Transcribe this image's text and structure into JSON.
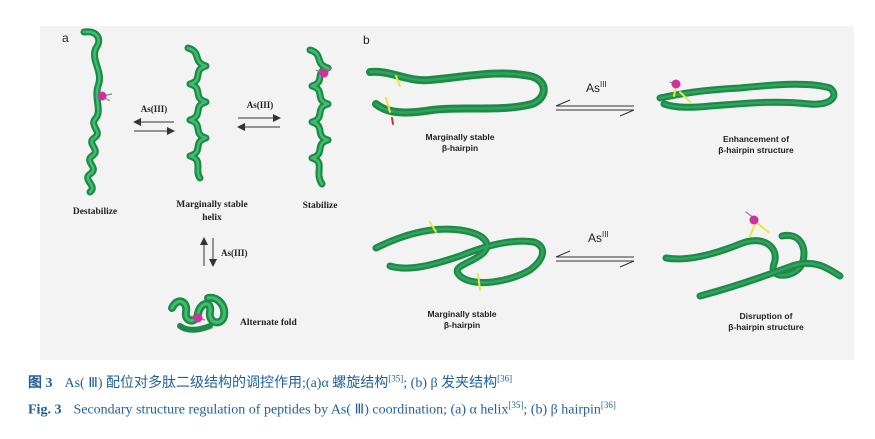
{
  "figure": {
    "panel_a": {
      "label": "a",
      "states": {
        "destabilize": "Destabilize",
        "marginal_line1": "Marginally stable",
        "marginal_line2": "helix",
        "stabilize": "Stabilize",
        "alternate": "Alternate fold"
      },
      "arrow_labels": {
        "left": "As(III)",
        "right": "As(III)",
        "down": "As(III)"
      }
    },
    "panel_b": {
      "label": "b",
      "arrow_label_base": "As",
      "arrow_label_sup": "III",
      "top_left_line1": "Marginally stable",
      "top_left_line2": "β-hairpin",
      "top_right_line1": "Enhancement of",
      "top_right_line2": "β-hairpin structure",
      "bottom_left_line1": "Marginally stable",
      "bottom_left_line2": "β-hairpin",
      "bottom_right_line1": "Disruption of",
      "bottom_right_line2": "β-hairpin structure"
    },
    "colors": {
      "ribbon": "#1e8a4a",
      "ribbon_light": "#3fbf6c",
      "arsenic": "#d0319b",
      "sulfur": "#e8e83a",
      "caption": "#1f5f9a"
    }
  },
  "caption_cn": {
    "fig_label": "图 3",
    "text": "As( Ⅲ) 配位对多肽二级结构的调控作用;(a)α 螺旋结构",
    "ref1": "[35]",
    "mid": "; (b) β 发夹结构",
    "ref2": "[36]"
  },
  "caption_en": {
    "fig_label": "Fig. 3",
    "text": "Secondary structure regulation of peptides by As( Ⅲ) coordination; (a) α helix",
    "ref1": "[35]",
    "mid": "; (b) β hairpin",
    "ref2": "[36]"
  }
}
